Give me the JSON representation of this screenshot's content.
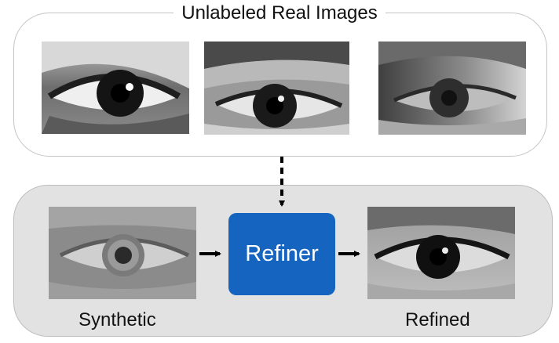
{
  "top_group": {
    "title": "Unlabeled Real Images",
    "images": [
      "eye-photo",
      "eye-photo",
      "eye-photo"
    ]
  },
  "bottom_group": {
    "synthetic_label": "Synthetic",
    "refiner_label": "Refiner",
    "refined_label": "Refined"
  },
  "colors": {
    "refiner_fill": "#1565c0",
    "bottom_fill": "#e2e2e2",
    "arrow": "#000000"
  }
}
